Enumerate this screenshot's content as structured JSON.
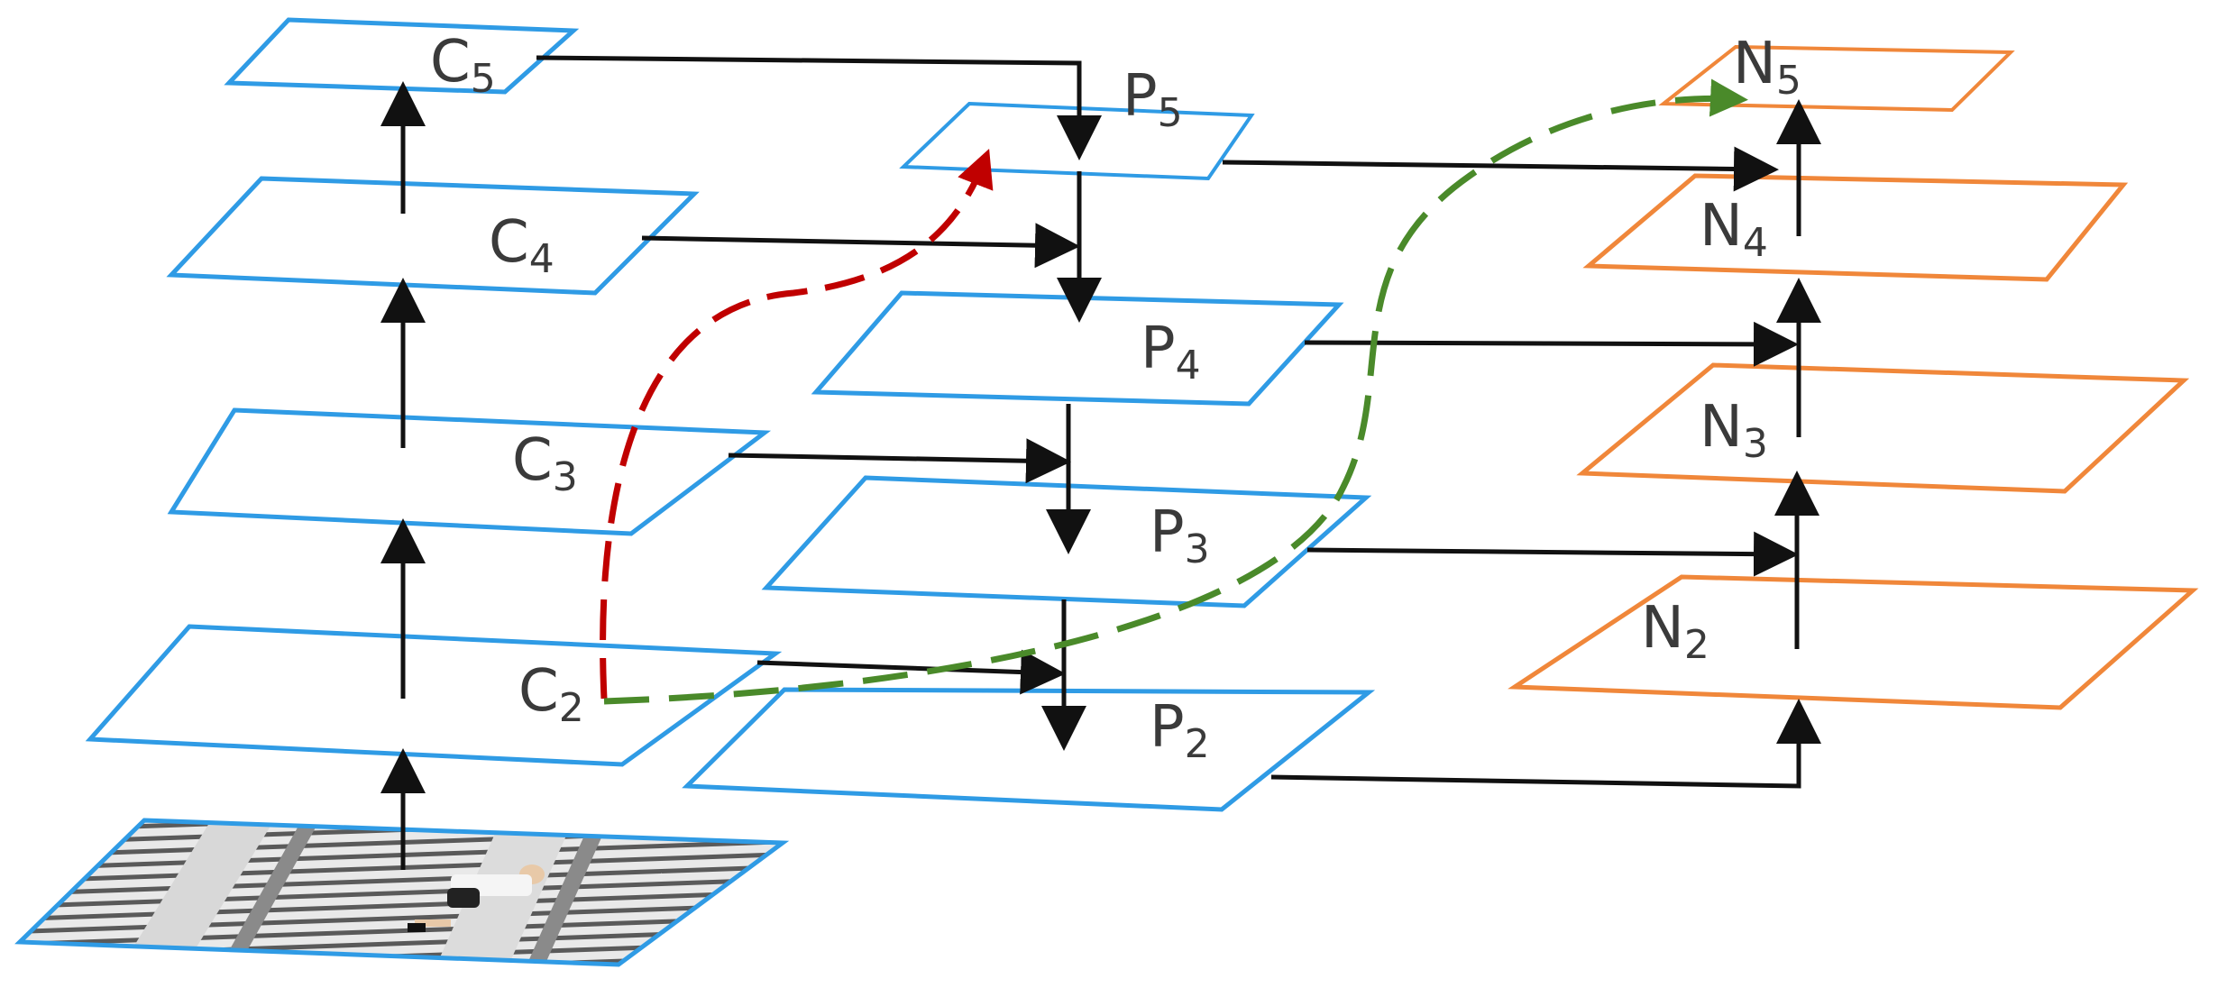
{
  "colors": {
    "backbone": "#2f9be5",
    "fpn": "#2f9be5",
    "pan": "#f0873a",
    "arrow": "#111111",
    "red_path": "#c00000",
    "green_path": "#4a8a2a"
  },
  "layers": {
    "backbone": [
      {
        "letter": "C",
        "index": "2"
      },
      {
        "letter": "C",
        "index": "3"
      },
      {
        "letter": "C",
        "index": "4"
      },
      {
        "letter": "C",
        "index": "5"
      }
    ],
    "fpn": [
      {
        "letter": "P",
        "index": "2"
      },
      {
        "letter": "P",
        "index": "3"
      },
      {
        "letter": "P",
        "index": "4"
      },
      {
        "letter": "P",
        "index": "5"
      }
    ],
    "pan": [
      {
        "letter": "N",
        "index": "2"
      },
      {
        "letter": "N",
        "index": "3"
      },
      {
        "letter": "N",
        "index": "4"
      },
      {
        "letter": "N",
        "index": "5"
      }
    ]
  },
  "input_image": {
    "icon": "escalator-photo"
  }
}
